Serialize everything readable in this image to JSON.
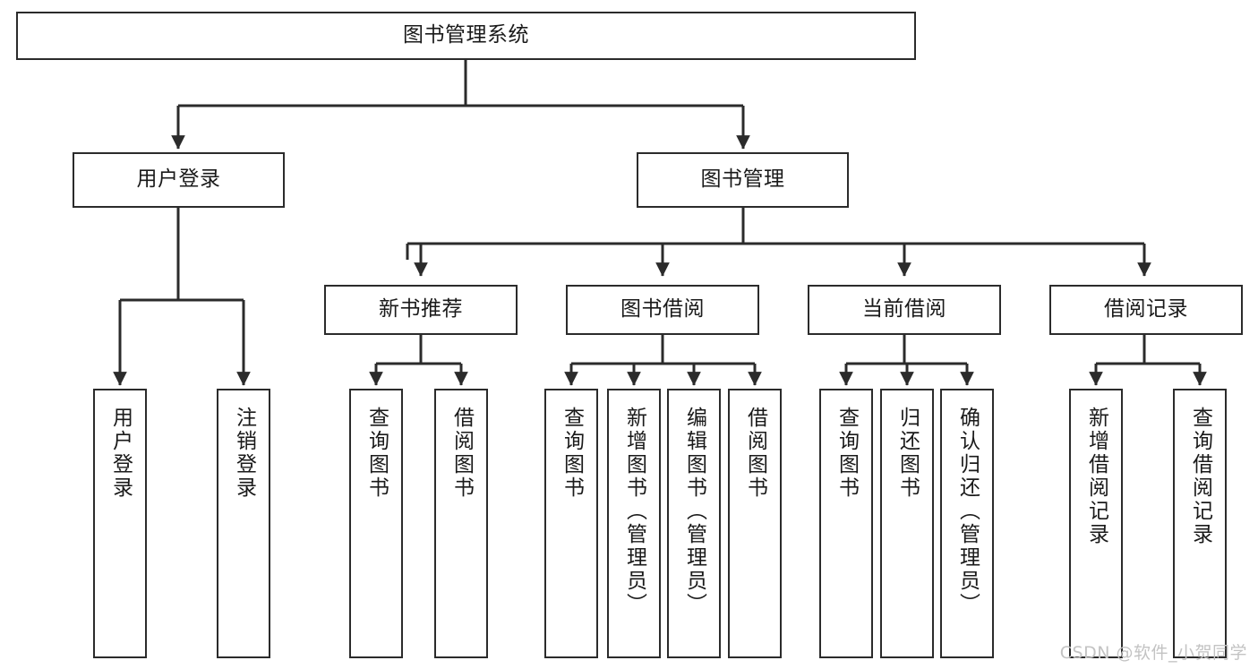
{
  "diagram": {
    "title": "图书管理系统",
    "watermark": "CSDN @软件_小贺同学",
    "colors": {
      "stroke": "#2b2b2b",
      "fill": "#ffffff",
      "text": "#1a1a1a",
      "watermark": "#c3c3c3"
    },
    "root": {
      "label": "图书管理系统"
    },
    "level2": [
      {
        "label": "用户登录"
      },
      {
        "label": "图书管理"
      }
    ],
    "level3": [
      {
        "label": "新书推荐"
      },
      {
        "label": "图书借阅"
      },
      {
        "label": "当前借阅"
      },
      {
        "label": "借阅记录"
      }
    ],
    "leaves": {
      "user_login": [
        {
          "label": "用户登录"
        },
        {
          "label": "注销登录"
        }
      ],
      "new_book": [
        {
          "label": "查询图书"
        },
        {
          "label": "借阅图书"
        }
      ],
      "book_borrow": [
        {
          "label": "查询图书"
        },
        {
          "label": "新增图书（管理员）"
        },
        {
          "label": "编辑图书（管理员）"
        },
        {
          "label": "借阅图书"
        }
      ],
      "current_borrow": [
        {
          "label": "查询图书"
        },
        {
          "label": "归还图书"
        },
        {
          "label": "确认归还（管理员）"
        }
      ],
      "borrow_record": [
        {
          "label": "新增借阅记录"
        },
        {
          "label": "查询借阅记录"
        }
      ]
    }
  }
}
